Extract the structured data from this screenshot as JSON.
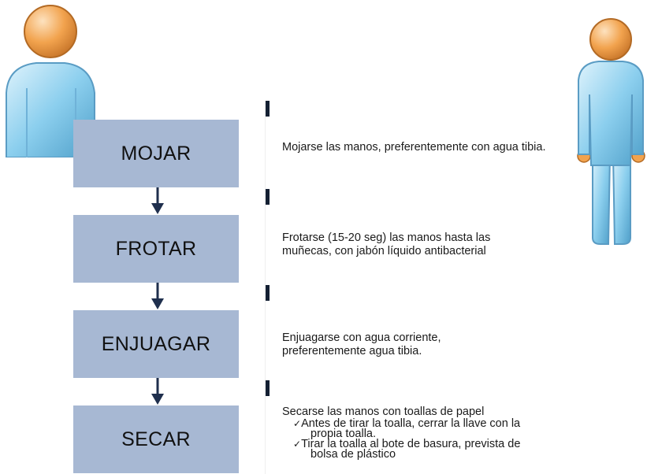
{
  "steps": [
    {
      "label": "MOJAR",
      "description": "Mojarse las manos, preferentemente con agua tibia."
    },
    {
      "label": "FROTAR",
      "description": "Frotarse (15-20 seg) las manos hasta las muñecas, con jabón líquido antibacterial"
    },
    {
      "label": "ENJUAGAR",
      "description": "Enjuagarse con agua corriente, preferentemente agua tibia."
    },
    {
      "label": "SECAR",
      "description": "Secarse las manos con toallas de papel",
      "subitems": [
        {
          "check": "✓",
          "line1": "Antes de tirar la toalla, cerrar la llave con la",
          "line2": "propia toalla."
        },
        {
          "check": "✓",
          "line1": "Tirar la toalla al bote de basura, prevista de",
          "line2": "bolsa de plástico"
        }
      ]
    }
  ],
  "colors": {
    "box_fill": "#a7b8d3",
    "arrow": "#1f2f4d",
    "figure_body": "#8ccfee",
    "figure_head": "#f2a34e"
  },
  "icons": [
    "person-icon-left",
    "person-icon-right"
  ]
}
